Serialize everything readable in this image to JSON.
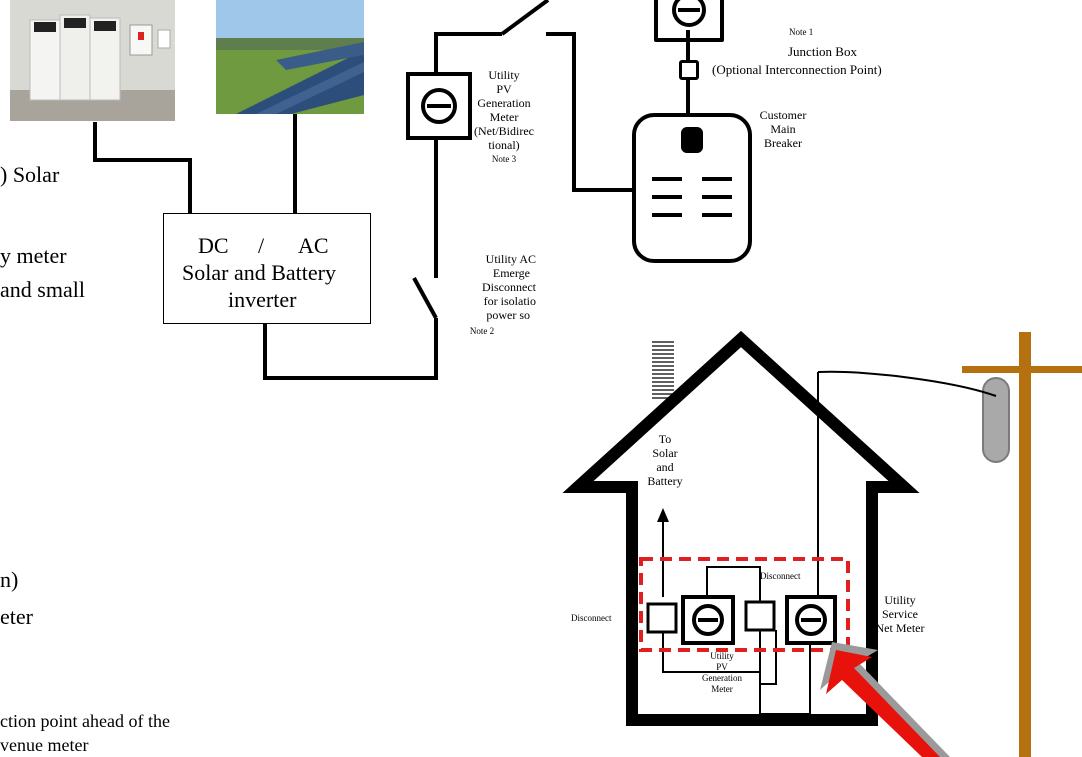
{
  "left_text": {
    "line_solar": ") Solar",
    "line_meter": "y meter",
    "line_small": "and small",
    "line_n": "n)",
    "line_eter": "eter",
    "line_ahead": "ction point ahead of the",
    "line_revenue": "venue meter"
  },
  "inverter": {
    "title_dc": "DC",
    "title_slash": "/",
    "title_ac": "AC",
    "line1": "Solar and Battery",
    "line2": "inverter"
  },
  "pv_meter": {
    "l1": "Utility",
    "l2": "PV",
    "l3": "Generation",
    "l4": "Meter",
    "l5": "(Net/Bidirec",
    "l6": "tional)",
    "note": "Note 3"
  },
  "junction": {
    "note": "Note 1",
    "l1": "Junction Box",
    "l2": "(Optional Interconnection Point)"
  },
  "breaker": {
    "l1": "Customer",
    "l2": "Main",
    "l3": "Breaker"
  },
  "disconnect": {
    "l1": "Utility AC",
    "l2": "Emerge",
    "l3": "Disconnect",
    "l4": "for isolatio",
    "l5": "power so",
    "note": "Note 2"
  },
  "house": {
    "to_l1": "To",
    "to_l2": "Solar",
    "to_l3": "and",
    "to_l4": "Battery",
    "disconnect_left": "Disconnect",
    "disconnect_mid": "Disconnect",
    "gen_l1": "Utility",
    "gen_l2": "PV",
    "gen_l3": "Generation",
    "gen_l4": "Meter",
    "service_l1": "Utility",
    "service_l2": "Service",
    "service_l3": "Net Meter"
  },
  "colors": {
    "pole": "#b5700f",
    "arrow_red": "#e8120c",
    "dashed_red": "#e02020",
    "insulator": "#9e9e9e"
  }
}
